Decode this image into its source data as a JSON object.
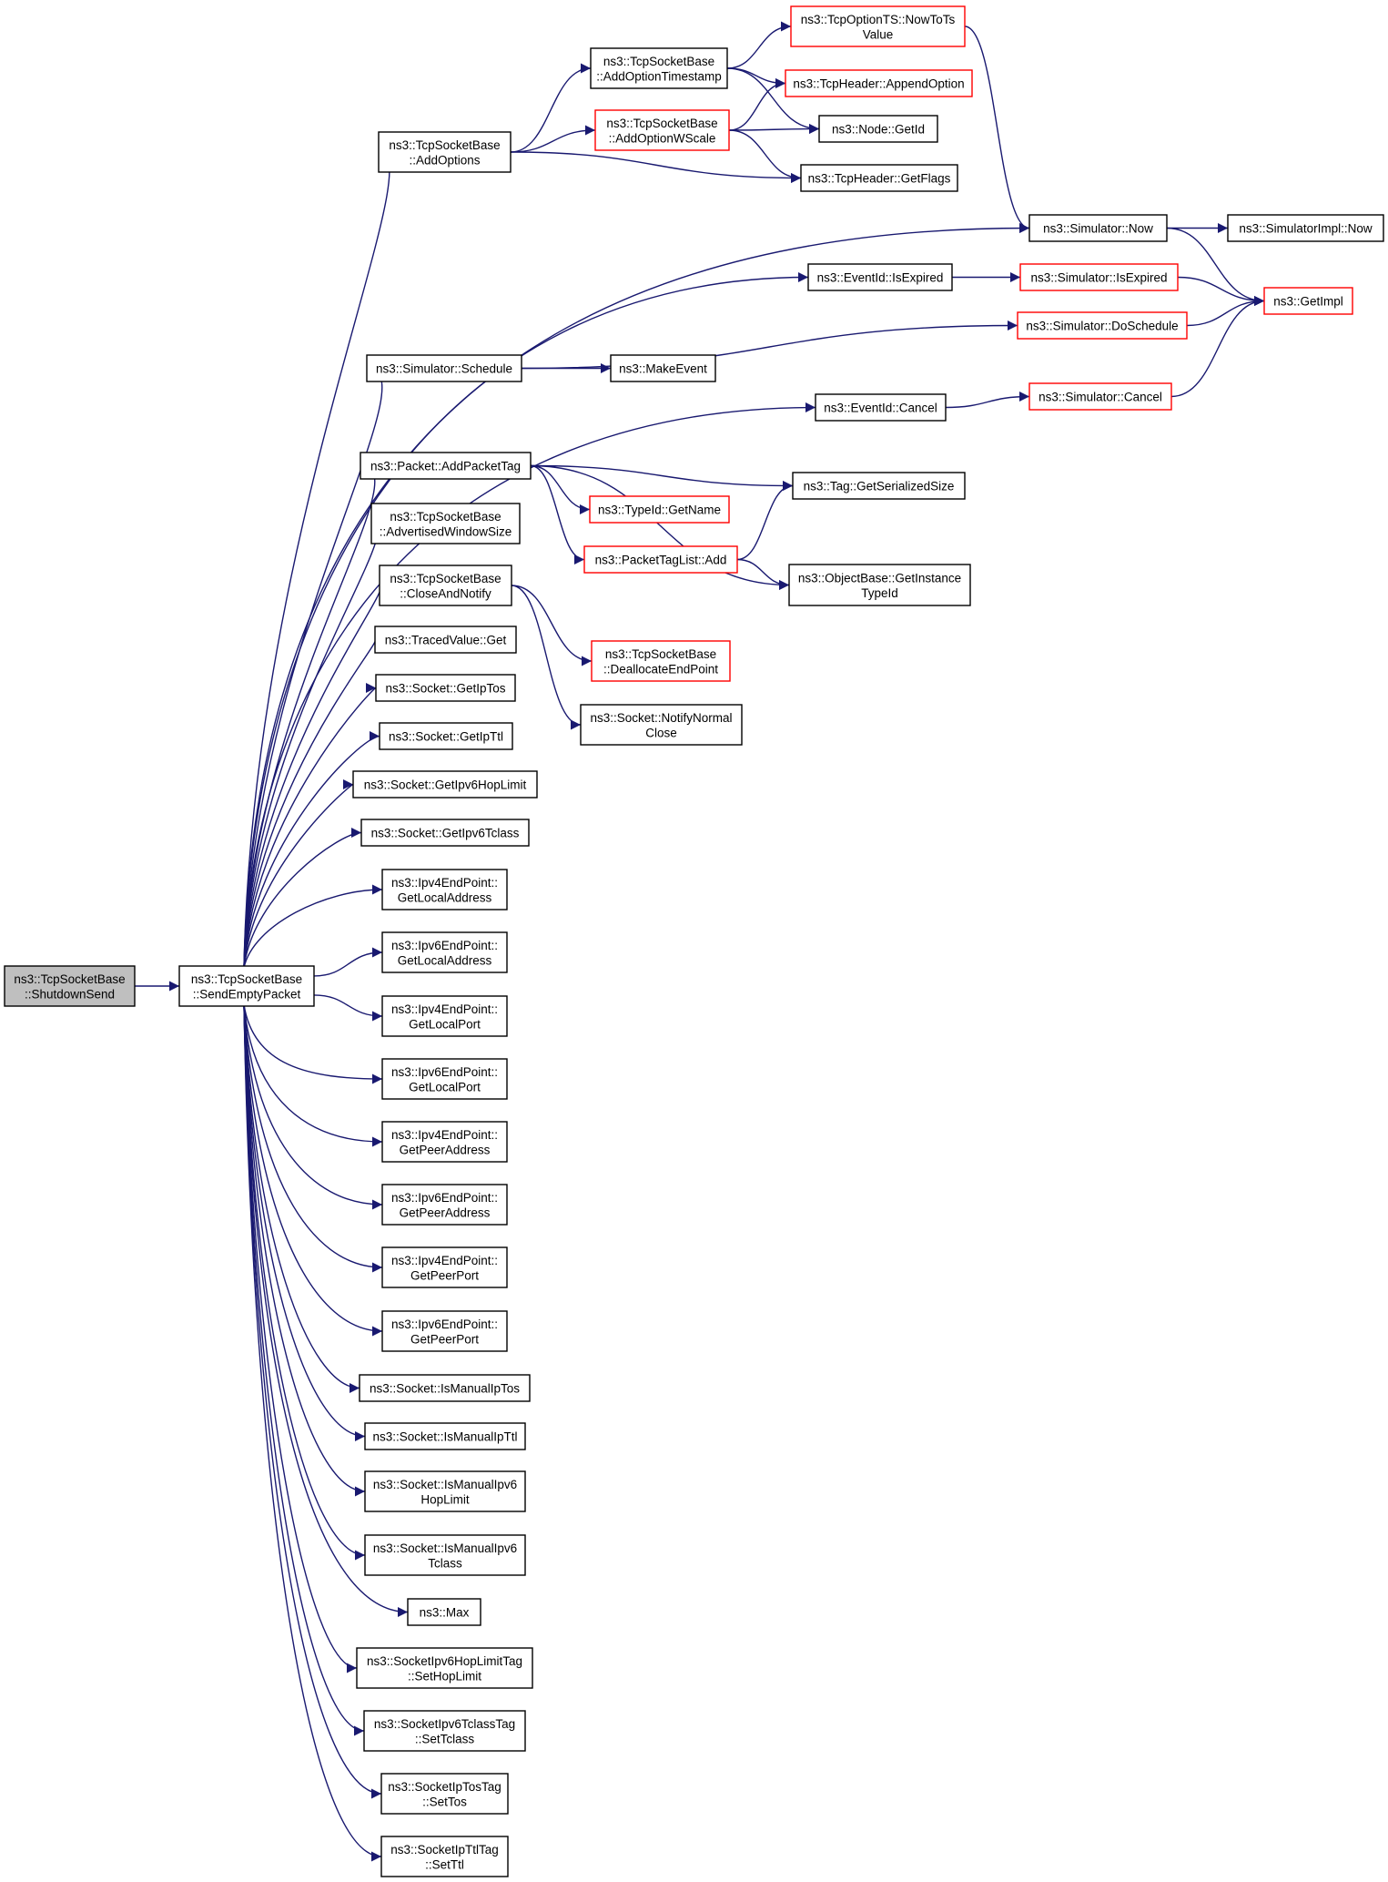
{
  "colors": {
    "edge": "#191970",
    "node_border": "#000000",
    "node_border_truncated": "#ff0000",
    "root_fill": "#bfbfbf",
    "node_fill": "#ffffff",
    "text": "#000000"
  },
  "nodes": [
    {
      "id": "shutdown",
      "lines": [
        "ns3::TcpSocketBase",
        "::ShutdownSend"
      ],
      "style": "root"
    },
    {
      "id": "sendempty",
      "lines": [
        "ns3::TcpSocketBase",
        "::SendEmptyPacket"
      ],
      "style": "normal"
    },
    {
      "id": "addoptions",
      "lines": [
        "ns3::TcpSocketBase",
        "::AddOptions"
      ],
      "style": "normal"
    },
    {
      "id": "addopttimestamp",
      "lines": [
        "ns3::TcpSocketBase",
        "::AddOptionTimestamp"
      ],
      "style": "normal"
    },
    {
      "id": "addoptwscale",
      "lines": [
        "ns3::TcpSocketBase",
        "::AddOptionWScale"
      ],
      "style": "truncated"
    },
    {
      "id": "nowtots",
      "lines": [
        "ns3::TcpOptionTS::NowToTs",
        "Value"
      ],
      "style": "truncated"
    },
    {
      "id": "appendoption",
      "lines": [
        "ns3::TcpHeader::AppendOption"
      ],
      "style": "truncated"
    },
    {
      "id": "nodegetid",
      "lines": [
        "ns3::Node::GetId"
      ],
      "style": "normal"
    },
    {
      "id": "getflags",
      "lines": [
        "ns3::TcpHeader::GetFlags"
      ],
      "style": "normal"
    },
    {
      "id": "simnow",
      "lines": [
        "ns3::Simulator::Now"
      ],
      "style": "normal"
    },
    {
      "id": "simimplnow",
      "lines": [
        "ns3::SimulatorImpl::Now"
      ],
      "style": "normal"
    },
    {
      "id": "getimpl",
      "lines": [
        "ns3::GetImpl"
      ],
      "style": "truncated"
    },
    {
      "id": "isexpired",
      "lines": [
        "ns3::EventId::IsExpired"
      ],
      "style": "normal"
    },
    {
      "id": "simisexpired",
      "lines": [
        "ns3::Simulator::IsExpired"
      ],
      "style": "truncated"
    },
    {
      "id": "doschedule",
      "lines": [
        "ns3::Simulator::DoSchedule"
      ],
      "style": "truncated"
    },
    {
      "id": "schedule",
      "lines": [
        "ns3::Simulator::Schedule"
      ],
      "style": "normal"
    },
    {
      "id": "makeevent",
      "lines": [
        "ns3::MakeEvent"
      ],
      "style": "normal"
    },
    {
      "id": "eventcancel",
      "lines": [
        "ns3::EventId::Cancel"
      ],
      "style": "normal"
    },
    {
      "id": "simcancel",
      "lines": [
        "ns3::Simulator::Cancel"
      ],
      "style": "truncated"
    },
    {
      "id": "addpackettag",
      "lines": [
        "ns3::Packet::AddPacketTag"
      ],
      "style": "normal"
    },
    {
      "id": "tagserial",
      "lines": [
        "ns3::Tag::GetSerializedSize"
      ],
      "style": "normal"
    },
    {
      "id": "typeidname",
      "lines": [
        "ns3::TypeId::GetName"
      ],
      "style": "truncated"
    },
    {
      "id": "ptladd",
      "lines": [
        "ns3::PacketTagList::Add"
      ],
      "style": "truncated"
    },
    {
      "id": "getinstancetypeid",
      "lines": [
        "ns3::ObjectBase::GetInstance",
        "TypeId"
      ],
      "style": "normal"
    },
    {
      "id": "advwindow",
      "lines": [
        "ns3::TcpSocketBase",
        "::AdvertisedWindowSize"
      ],
      "style": "normal"
    },
    {
      "id": "closenotify",
      "lines": [
        "ns3::TcpSocketBase",
        "::CloseAndNotify"
      ],
      "style": "normal"
    },
    {
      "id": "deallocate",
      "lines": [
        "ns3::TcpSocketBase",
        "::DeallocateEndPoint"
      ],
      "style": "truncated"
    },
    {
      "id": "notifyclose",
      "lines": [
        "ns3::Socket::NotifyNormal",
        "Close"
      ],
      "style": "normal"
    },
    {
      "id": "tracedget",
      "lines": [
        "ns3::TracedValue::Get"
      ],
      "style": "normal"
    },
    {
      "id": "getiptos",
      "lines": [
        "ns3::Socket::GetIpTos"
      ],
      "style": "normal"
    },
    {
      "id": "getipttl",
      "lines": [
        "ns3::Socket::GetIpTtl"
      ],
      "style": "normal"
    },
    {
      "id": "getipv6hop",
      "lines": [
        "ns3::Socket::GetIpv6HopLimit"
      ],
      "style": "normal"
    },
    {
      "id": "getipv6tclass",
      "lines": [
        "ns3::Socket::GetIpv6Tclass"
      ],
      "style": "normal"
    },
    {
      "id": "ip4localaddr",
      "lines": [
        "ns3::Ipv4EndPoint::",
        "GetLocalAddress"
      ],
      "style": "normal"
    },
    {
      "id": "ip6localaddr",
      "lines": [
        "ns3::Ipv6EndPoint::",
        "GetLocalAddress"
      ],
      "style": "normal"
    },
    {
      "id": "ip4localport",
      "lines": [
        "ns3::Ipv4EndPoint::",
        "GetLocalPort"
      ],
      "style": "normal"
    },
    {
      "id": "ip6localport",
      "lines": [
        "ns3::Ipv6EndPoint::",
        "GetLocalPort"
      ],
      "style": "normal"
    },
    {
      "id": "ip4peeraddr",
      "lines": [
        "ns3::Ipv4EndPoint::",
        "GetPeerAddress"
      ],
      "style": "normal"
    },
    {
      "id": "ip6peeraddr",
      "lines": [
        "ns3::Ipv6EndPoint::",
        "GetPeerAddress"
      ],
      "style": "normal"
    },
    {
      "id": "ip4peerport",
      "lines": [
        "ns3::Ipv4EndPoint::",
        "GetPeerPort"
      ],
      "style": "normal"
    },
    {
      "id": "ip6peerport",
      "lines": [
        "ns3::Ipv6EndPoint::",
        "GetPeerPort"
      ],
      "style": "normal"
    },
    {
      "id": "ismaniptos",
      "lines": [
        "ns3::Socket::IsManualIpTos"
      ],
      "style": "normal"
    },
    {
      "id": "ismanipttl",
      "lines": [
        "ns3::Socket::IsManualIpTtl"
      ],
      "style": "normal"
    },
    {
      "id": "ismanipv6hop",
      "lines": [
        "ns3::Socket::IsManualIpv6",
        "HopLimit"
      ],
      "style": "normal"
    },
    {
      "id": "ismanipv6tclass",
      "lines": [
        "ns3::Socket::IsManualIpv6",
        "Tclass"
      ],
      "style": "normal"
    },
    {
      "id": "max",
      "lines": [
        "ns3::Max"
      ],
      "style": "normal"
    },
    {
      "id": "sethoplimit",
      "lines": [
        "ns3::SocketIpv6HopLimitTag",
        "::SetHopLimit"
      ],
      "style": "normal"
    },
    {
      "id": "settclass",
      "lines": [
        "ns3::SocketIpv6TclassTag",
        "::SetTclass"
      ],
      "style": "normal"
    },
    {
      "id": "settos",
      "lines": [
        "ns3::SocketIpTosTag",
        "::SetTos"
      ],
      "style": "normal"
    },
    {
      "id": "setttl",
      "lines": [
        "ns3::SocketIpTtlTag",
        "::SetTtl"
      ],
      "style": "normal"
    }
  ],
  "edges": [
    {
      "from": "shutdown",
      "to": "sendempty"
    },
    {
      "from": "sendempty",
      "to": "addoptions"
    },
    {
      "from": "sendempty",
      "to": "simnow"
    },
    {
      "from": "sendempty",
      "to": "isexpired"
    },
    {
      "from": "sendempty",
      "to": "schedule"
    },
    {
      "from": "sendempty",
      "to": "eventcancel"
    },
    {
      "from": "sendempty",
      "to": "addpackettag"
    },
    {
      "from": "sendempty",
      "to": "advwindow"
    },
    {
      "from": "sendempty",
      "to": "closenotify"
    },
    {
      "from": "sendempty",
      "to": "tracedget"
    },
    {
      "from": "sendempty",
      "to": "getiptos"
    },
    {
      "from": "sendempty",
      "to": "getipttl"
    },
    {
      "from": "sendempty",
      "to": "getipv6hop"
    },
    {
      "from": "sendempty",
      "to": "getipv6tclass"
    },
    {
      "from": "sendempty",
      "to": "ip4localaddr"
    },
    {
      "from": "sendempty",
      "to": "ip6localaddr"
    },
    {
      "from": "sendempty",
      "to": "ip4localport"
    },
    {
      "from": "sendempty",
      "to": "ip6localport"
    },
    {
      "from": "sendempty",
      "to": "ip4peeraddr"
    },
    {
      "from": "sendempty",
      "to": "ip6peeraddr"
    },
    {
      "from": "sendempty",
      "to": "ip4peerport"
    },
    {
      "from": "sendempty",
      "to": "ip6peerport"
    },
    {
      "from": "sendempty",
      "to": "ismaniptos"
    },
    {
      "from": "sendempty",
      "to": "ismanipttl"
    },
    {
      "from": "sendempty",
      "to": "ismanipv6hop"
    },
    {
      "from": "sendempty",
      "to": "ismanipv6tclass"
    },
    {
      "from": "sendempty",
      "to": "max"
    },
    {
      "from": "sendempty",
      "to": "sethoplimit"
    },
    {
      "from": "sendempty",
      "to": "settclass"
    },
    {
      "from": "sendempty",
      "to": "settos"
    },
    {
      "from": "sendempty",
      "to": "setttl"
    },
    {
      "from": "addoptions",
      "to": "addopttimestamp"
    },
    {
      "from": "addoptions",
      "to": "addoptwscale"
    },
    {
      "from": "addoptions",
      "to": "getflags"
    },
    {
      "from": "addopttimestamp",
      "to": "nowtots"
    },
    {
      "from": "addopttimestamp",
      "to": "appendoption"
    },
    {
      "from": "addopttimestamp",
      "to": "nodegetid"
    },
    {
      "from": "addoptwscale",
      "to": "appendoption"
    },
    {
      "from": "addoptwscale",
      "to": "nodegetid"
    },
    {
      "from": "addoptwscale",
      "to": "getflags"
    },
    {
      "from": "nowtots",
      "to": "simnow"
    },
    {
      "from": "simnow",
      "to": "simimplnow"
    },
    {
      "from": "simnow",
      "to": "getimpl"
    },
    {
      "from": "isexpired",
      "to": "simisexpired"
    },
    {
      "from": "simisexpired",
      "to": "getimpl"
    },
    {
      "from": "doschedule",
      "to": "getimpl"
    },
    {
      "from": "schedule",
      "to": "doschedule"
    },
    {
      "from": "schedule",
      "to": "makeevent"
    },
    {
      "from": "eventcancel",
      "to": "simcancel"
    },
    {
      "from": "simcancel",
      "to": "getimpl"
    },
    {
      "from": "addpackettag",
      "to": "tagserial"
    },
    {
      "from": "addpackettag",
      "to": "typeidname"
    },
    {
      "from": "addpackettag",
      "to": "ptladd"
    },
    {
      "from": "addpackettag",
      "to": "getinstancetypeid"
    },
    {
      "from": "ptladd",
      "to": "tagserial"
    },
    {
      "from": "ptladd",
      "to": "getinstancetypeid"
    },
    {
      "from": "closenotify",
      "to": "deallocate"
    },
    {
      "from": "closenotify",
      "to": "notifyclose"
    }
  ]
}
